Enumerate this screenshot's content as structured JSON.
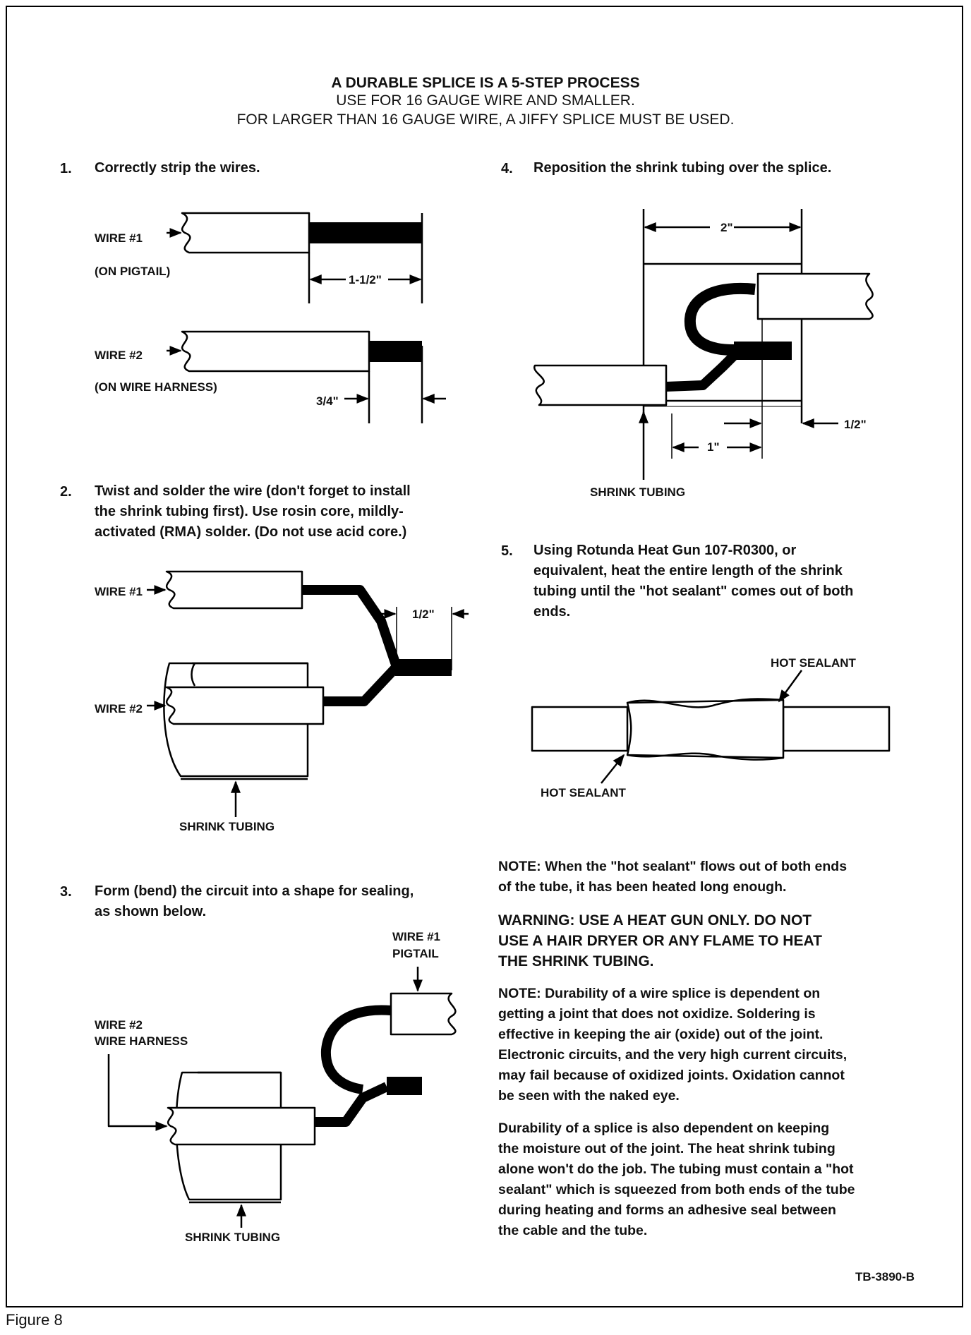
{
  "header": {
    "title": "A DURABLE SPLICE IS A 5-STEP PROCESS",
    "line2": "USE FOR 16 GAUGE WIRE AND SMALLER.",
    "line3": "FOR LARGER THAN 16 GAUGE WIRE, A JIFFY SPLICE MUST BE USED."
  },
  "steps": [
    {
      "num": "1.",
      "lines": [
        "Correctly strip the wires."
      ]
    },
    {
      "num": "2.",
      "lines": [
        "Twist and solder the wire (don't forget to install",
        "the shrink tubing first). Use rosin core, mildly-",
        "activated (RMA) solder. (Do not use acid core.)"
      ]
    },
    {
      "num": "3.",
      "lines": [
        "Form (bend) the circuit into a shape for sealing,",
        "as shown below."
      ]
    },
    {
      "num": "4.",
      "lines": [
        "Reposition the shrink tubing over the splice."
      ]
    },
    {
      "num": "5.",
      "lines": [
        "Using Rotunda Heat Gun 107-R0300, or",
        "equivalent, heat the entire length of the shrink",
        "tubing until the \"hot sealant\" comes out of both",
        "ends."
      ]
    }
  ],
  "fig1": {
    "wire1": "WIRE #1",
    "wire1_note": "(ON PIGTAIL)",
    "dim1": "1-1/2\"",
    "wire2": "WIRE #2",
    "wire2_note": "(ON WIRE HARNESS)",
    "dim2": "3/4\""
  },
  "fig2": {
    "wire1": "WIRE #1",
    "wire2": "WIRE #2",
    "dim": "1/2\"",
    "tubing": "SHRINK TUBING"
  },
  "fig3": {
    "wire1_a": "WIRE #1",
    "wire1_b": "PIGTAIL",
    "wire2_a": "WIRE #2",
    "wire2_b": "WIRE HARNESS",
    "tubing": "SHRINK TUBING"
  },
  "fig4": {
    "dim_total": "2\"",
    "dim_half": "1/2\"",
    "dim_one": "1\"",
    "tubing": "SHRINK TUBING"
  },
  "fig5": {
    "sealant_top": "HOT SEALANT",
    "sealant_bottom": "HOT SEALANT"
  },
  "notes": {
    "note1": [
      "NOTE:  When the \"hot sealant\" flows out of both ends",
      "of the tube, it has been heated long enough."
    ],
    "warning": [
      "WARNING:  USE A HEAT GUN ONLY. DO NOT",
      "USE A HAIR DRYER OR ANY FLAME TO HEAT",
      "THE SHRINK TUBING."
    ],
    "note2": [
      "NOTE:  Durability of a wire splice is dependent on",
      "getting a joint that does not oxidize. Soldering is",
      "effective in keeping the air (oxide) out of the joint.",
      "Electronic circuits, and the very high current circuits,",
      "may fail because of oxidized joints. Oxidation cannot",
      "be seen with the naked eye."
    ],
    "para3": [
      "Durability of a splice is also dependent on keeping",
      "the moisture out of the joint. The heat shrink tubing",
      "alone won't do the job. The tubing must contain a \"hot",
      "sealant\" which is squeezed from both ends of the tube",
      "during heating and forms an adhesive seal between",
      "the cable and the tube."
    ]
  },
  "code": "TB-3890-B",
  "caption": "Figure 8"
}
